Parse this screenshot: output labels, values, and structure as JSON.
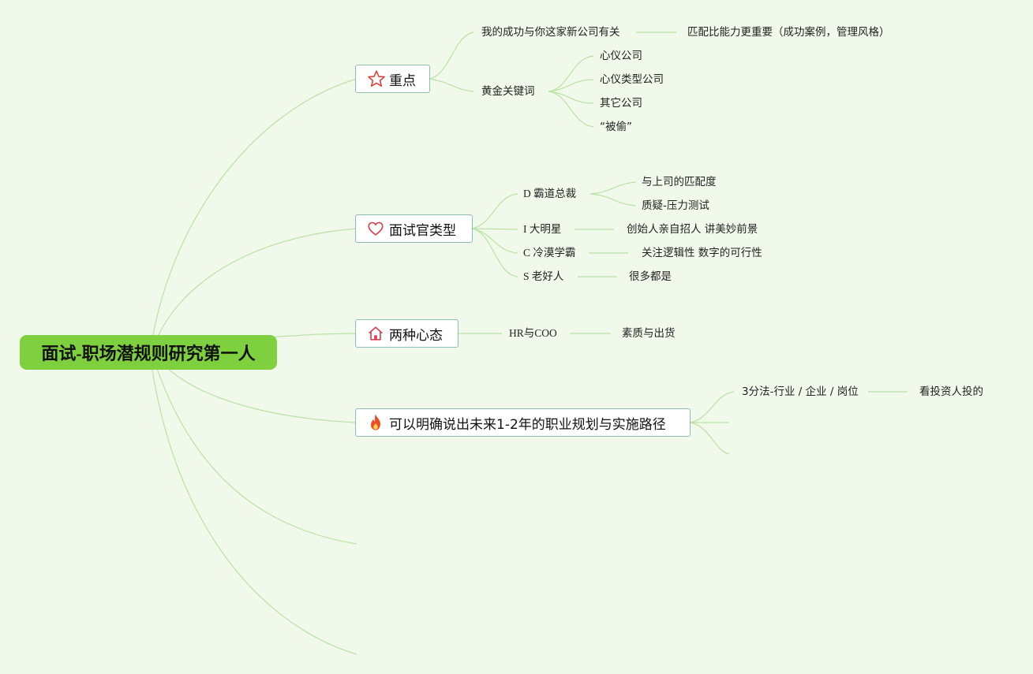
{
  "root": {
    "label": "面试-职场潜规则研究第一人"
  },
  "topics": {
    "zhongdian": {
      "label": "重点",
      "icon": "star-icon",
      "children": {
        "success": {
          "label": "我的成功与你这家新公司有关",
          "detail": "匹配比能力更重要（成功案例，管理风格）"
        },
        "keywords": {
          "label": "黄金关键词",
          "items": [
            "心仪公司",
            "心仪类型公司",
            "其它公司",
            "“被偷”"
          ]
        }
      }
    },
    "interviewer": {
      "label": "面试官类型",
      "icon": "heart-icon",
      "children": {
        "d": {
          "label": "D 霸道总裁",
          "items": [
            "与上司的匹配度",
            "质疑-压力测试"
          ]
        },
        "i": {
          "label": "I 大明星",
          "detail": "创始人亲自招人 讲美妙前景"
        },
        "c": {
          "label": "C 冷漠学霸",
          "detail": "关注逻辑性 数字的可行性"
        },
        "s": {
          "label": "S 老好人",
          "detail": "很多都是"
        }
      }
    },
    "mindset": {
      "label": "两种心态",
      "icon": "home-icon",
      "children": {
        "hr": {
          "label": "HR与COO",
          "detail": "素质与出货"
        }
      }
    },
    "plan": {
      "label": "可以明确说出未来1-2年的职业规划与实施路径",
      "icon": "fire-icon",
      "children": {
        "three": {
          "label": "3分法-行业 / 企业 / 岗位",
          "detail": "看投资人投的"
        }
      }
    }
  },
  "colors": {
    "background": "#f1f9ea",
    "root_fill": "#7ed03f",
    "topic_border": "#8dbdb8",
    "connector": "#b9e3a6",
    "star_icon": "#e0413a",
    "heart_icon": "#d9414f",
    "home_icon": "#d9414f",
    "fire_icon": "#f04a23"
  }
}
